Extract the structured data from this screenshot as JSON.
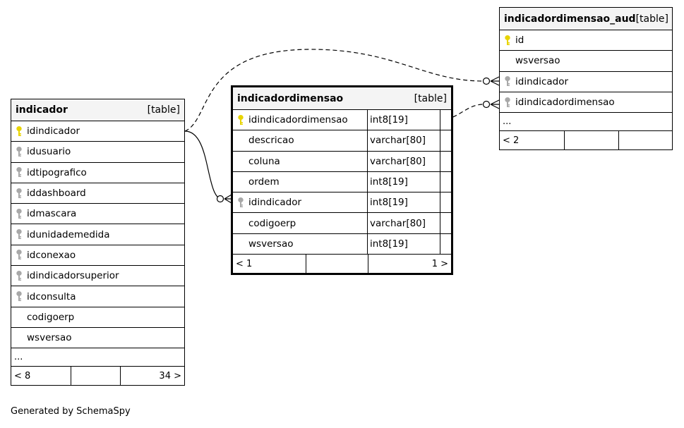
{
  "tables": {
    "indicador": {
      "name": "indicador",
      "type": "[table]",
      "columns": [
        {
          "name": "idindicador",
          "key": "primary"
        },
        {
          "name": "idusuario",
          "key": "foreign"
        },
        {
          "name": "idtipografico",
          "key": "foreign"
        },
        {
          "name": "iddashboard",
          "key": "foreign"
        },
        {
          "name": "idmascara",
          "key": "foreign"
        },
        {
          "name": "idunidademedida",
          "key": "foreign"
        },
        {
          "name": "idconexao",
          "key": "foreign"
        },
        {
          "name": "idindicadorsuperior",
          "key": "foreign"
        },
        {
          "name": "idconsulta",
          "key": "foreign"
        },
        {
          "name": "codigoerp",
          "key": "none"
        },
        {
          "name": "wsversao",
          "key": "none"
        }
      ],
      "ellipsis": "...",
      "footer": {
        "left": "< 8",
        "mid": "",
        "right": "34 >"
      }
    },
    "indicadordimensao": {
      "name": "indicadordimensao",
      "type": "[table]",
      "columns": [
        {
          "name": "idindicadordimensao",
          "type": "int8[19]",
          "key": "primary"
        },
        {
          "name": "descricao",
          "type": "varchar[80]",
          "key": "none"
        },
        {
          "name": "coluna",
          "type": "varchar[80]",
          "key": "none"
        },
        {
          "name": "ordem",
          "type": "int8[19]",
          "key": "none"
        },
        {
          "name": "idindicador",
          "type": "int8[19]",
          "key": "foreign"
        },
        {
          "name": "codigoerp",
          "type": "varchar[80]",
          "key": "none"
        },
        {
          "name": "wsversao",
          "type": "int8[19]",
          "key": "none"
        }
      ],
      "footer": {
        "left": "< 1",
        "mid": "",
        "right": "1 >"
      }
    },
    "indicadordimensao_aud": {
      "name": "indicadordimensao_aud",
      "type": "[table]",
      "columns": [
        {
          "name": "id",
          "key": "primary"
        },
        {
          "name": "wsversao",
          "key": "none"
        },
        {
          "name": "idindicador",
          "key": "foreign"
        },
        {
          "name": "idindicadordimensao",
          "key": "foreign"
        }
      ],
      "ellipsis": "...",
      "footer": {
        "left": "< 2",
        "mid": "",
        "right": ""
      }
    }
  },
  "generated_by": "Generated by SchemaSpy",
  "colors": {
    "primary_key": "#e8d400",
    "foreign_key": "#a8a8a8",
    "header_bg": "#f4f4f4"
  }
}
